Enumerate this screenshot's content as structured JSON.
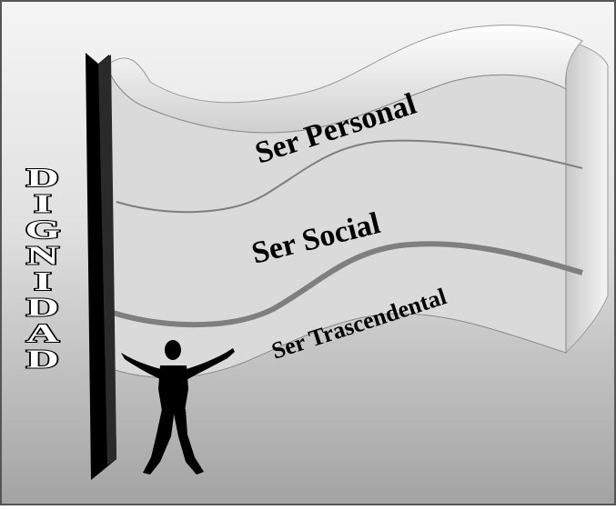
{
  "diagram": {
    "vertical_label": "DIGNIDAD",
    "layers": [
      {
        "label": "Ser Personal"
      },
      {
        "label": "Ser Social"
      },
      {
        "label": "Ser Trascendental"
      }
    ]
  },
  "colors": {
    "background_top": "#f2f2f2",
    "background_bottom": "#a6a6a6",
    "flag_face": "#dcdcdc",
    "flag_side": "#f2f2f2",
    "pole": "#000000",
    "divider": "#7f7f7f",
    "figure": "#000000"
  },
  "icons": {
    "figure": "person-arms-raised-icon"
  }
}
